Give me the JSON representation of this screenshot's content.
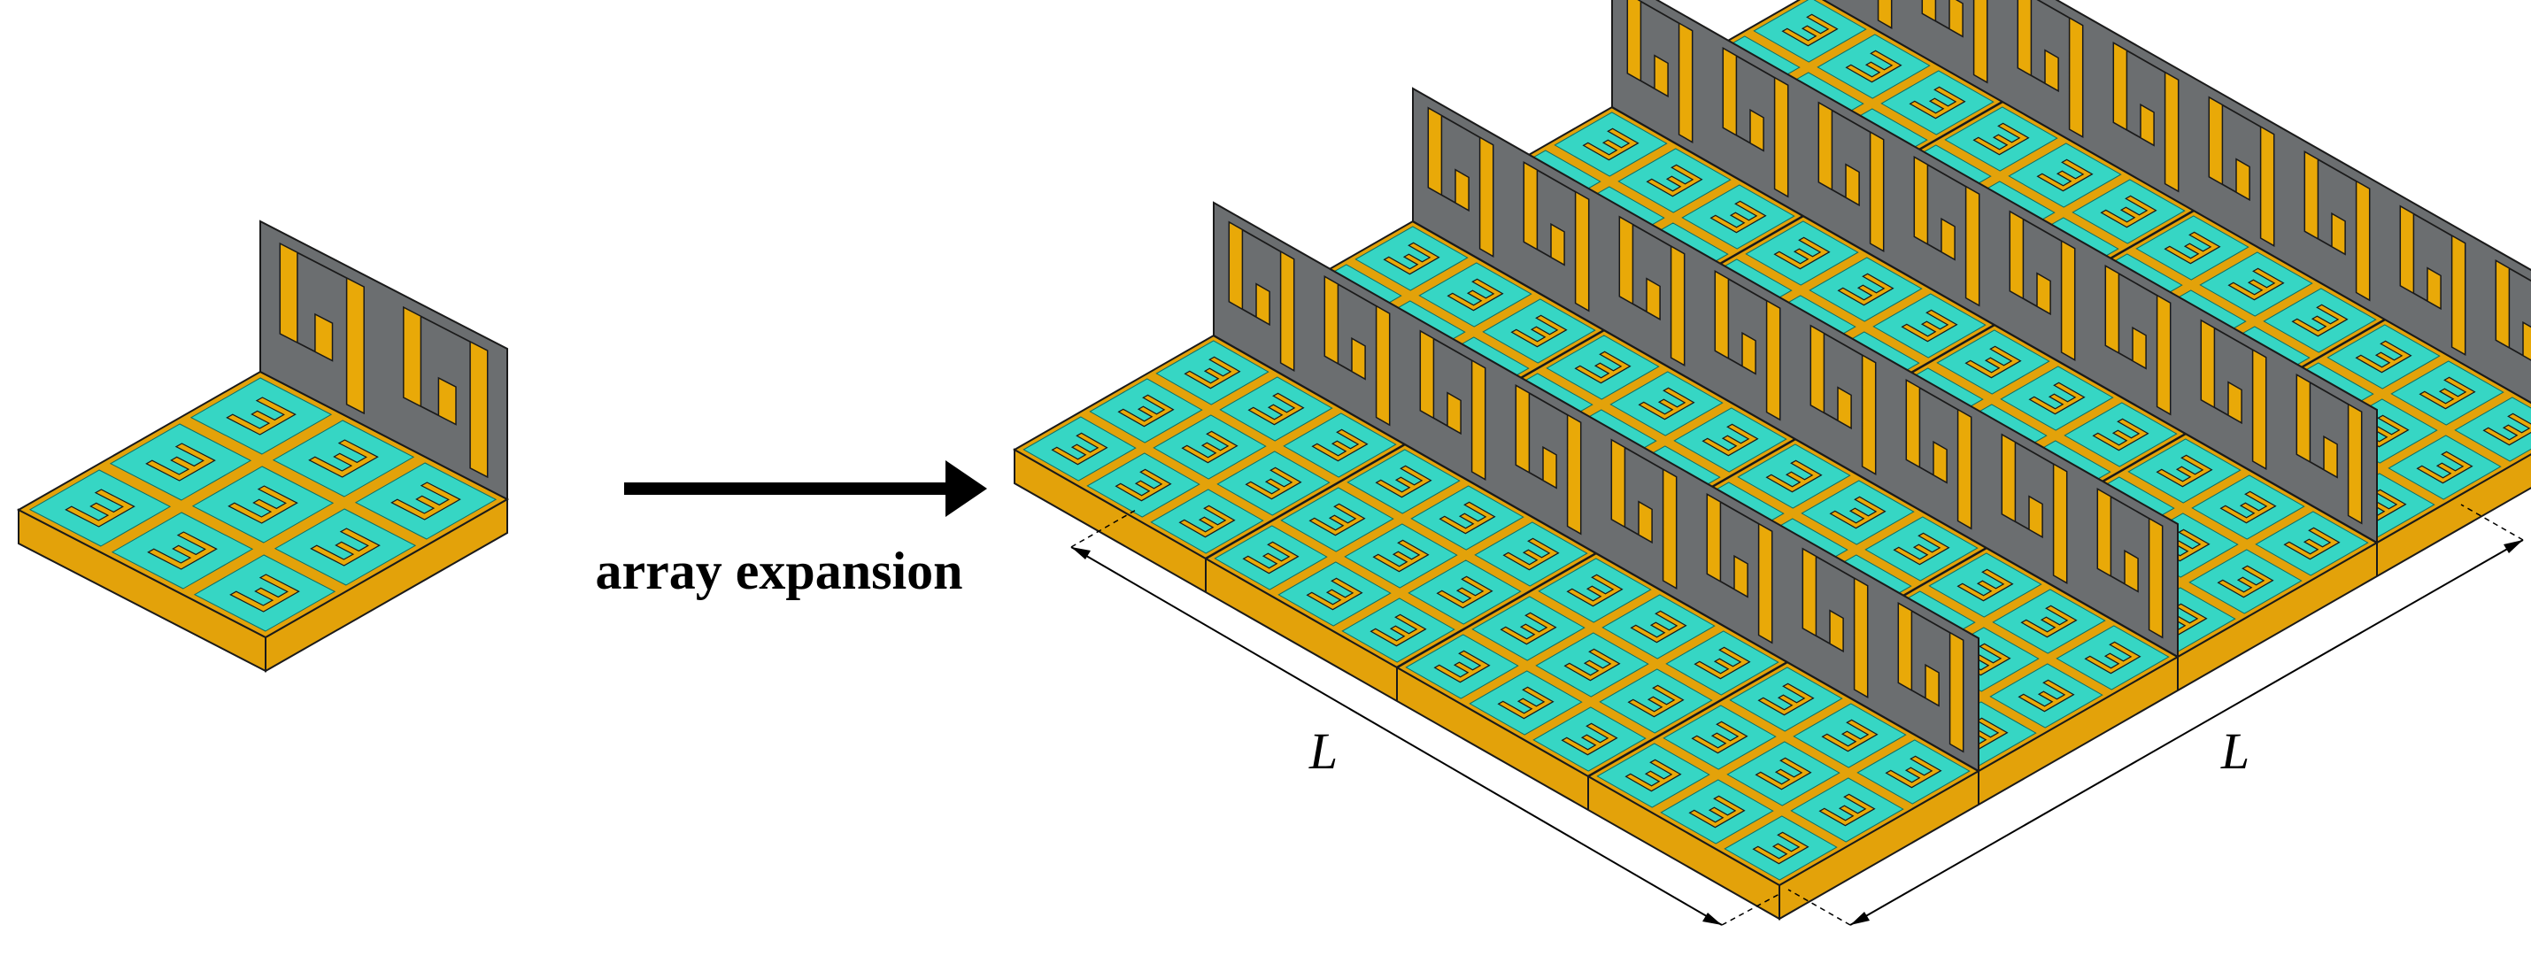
{
  "colors": {
    "substrate_top": "#36d6c4",
    "substrate_side": "#e3a20a",
    "copper": "#e9a908",
    "wall_metal": "#6b6e70",
    "outline": "#1a1a1a",
    "arrow": "#000000"
  },
  "diagram": {
    "caption": "array expansion",
    "dimension_label_left": "L",
    "dimension_label_right": "L",
    "unit_cell": {
      "rows": 3,
      "cols": 3,
      "walls": 1
    },
    "array": {
      "blocks_per_side": 4,
      "cells_per_block": 3,
      "wall_rows": 4
    }
  }
}
